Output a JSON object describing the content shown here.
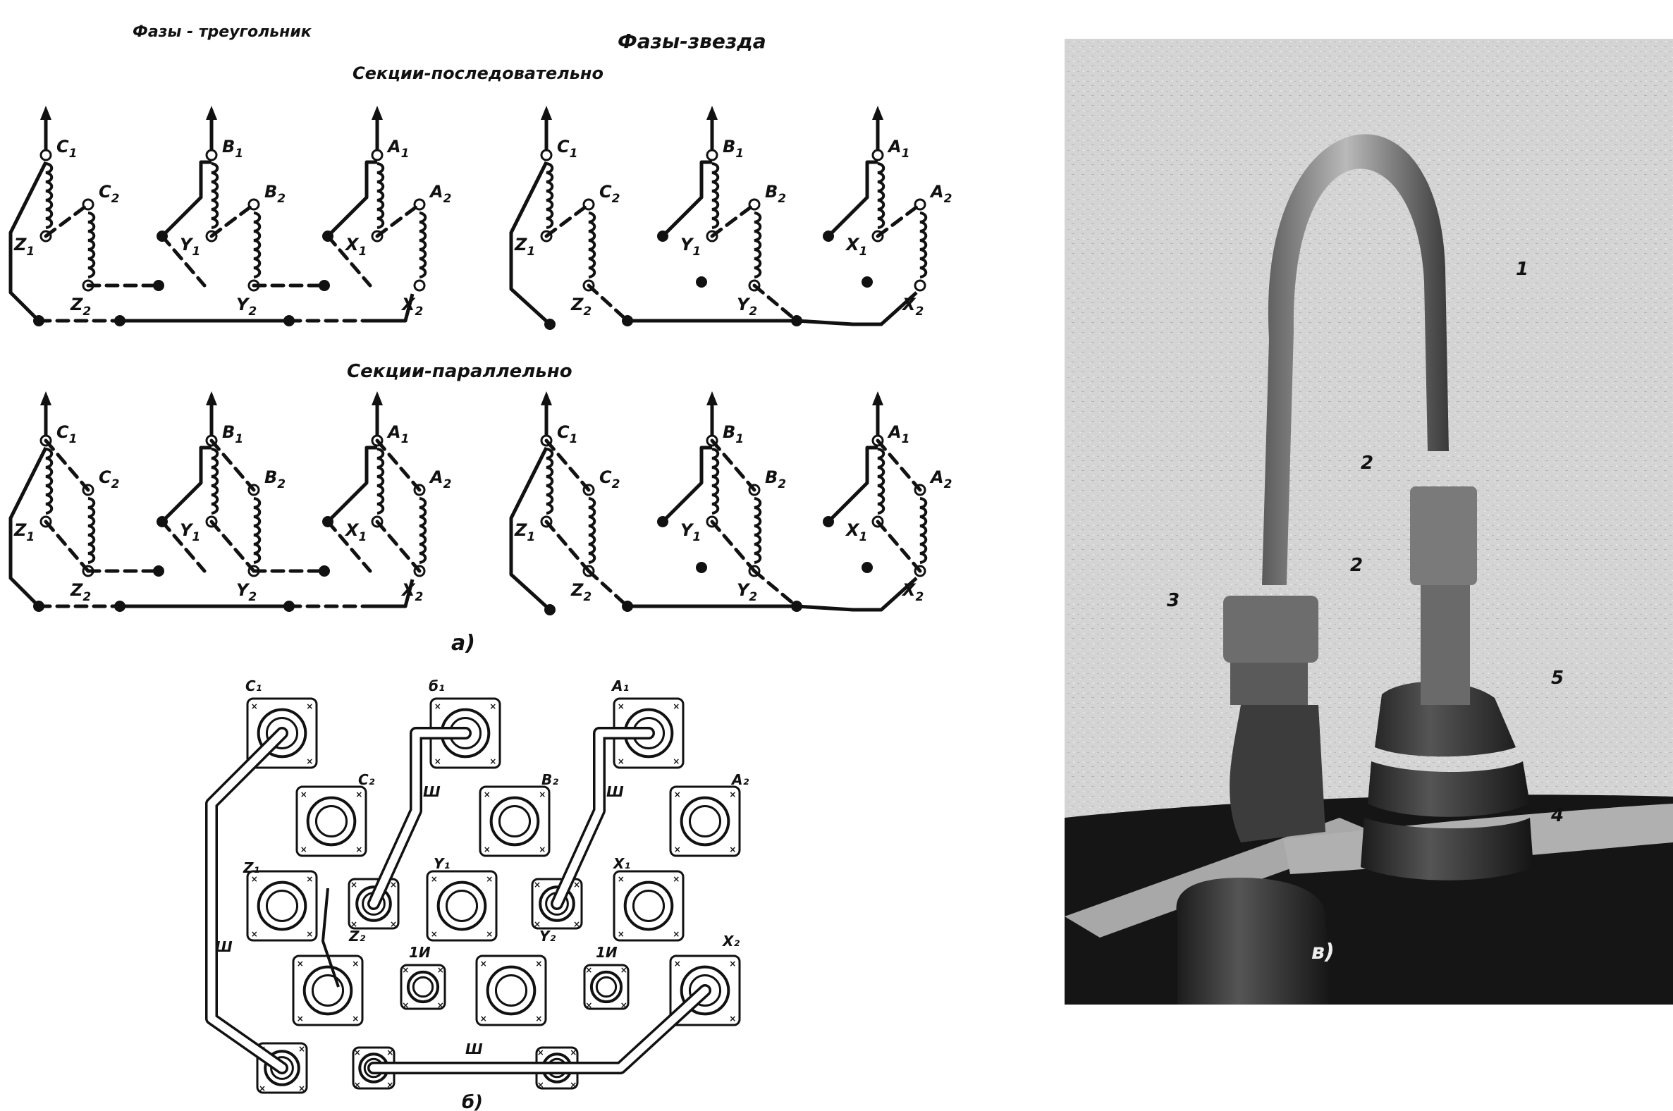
{
  "headings": {
    "delta": "Фазы - треугольник",
    "star": "Фазы-звезда",
    "series": "Секции-последовательно",
    "parallel": "Секции-параллельно"
  },
  "figure_labels": {
    "a": "а)",
    "b": "б)",
    "v": "в)"
  },
  "schematic_terminals": [
    "C1",
    "C2",
    "Z1",
    "Z2",
    "B1",
    "B2",
    "Y1",
    "Y2",
    "A1",
    "A2",
    "X1",
    "X2"
  ],
  "terminal_board": {
    "top_labels": [
      "C₁",
      "б₁",
      "A₁"
    ],
    "upper_labels": [
      "C₂",
      "B₂",
      "A₂"
    ],
    "middle_labels": [
      "Z₁",
      "Z₂",
      "Y₁",
      "Y₂",
      "X₁",
      "X₂"
    ],
    "neutral_labels": [
      "1И",
      "1И"
    ],
    "bus_label": "Ш"
  },
  "photo_callouts": [
    "1",
    "2",
    "2",
    "3",
    "4",
    "5"
  ],
  "colors": {
    "ink": "#111111",
    "photo_dark": "#1b1b1b",
    "photo_light": "#d6d6d6"
  }
}
